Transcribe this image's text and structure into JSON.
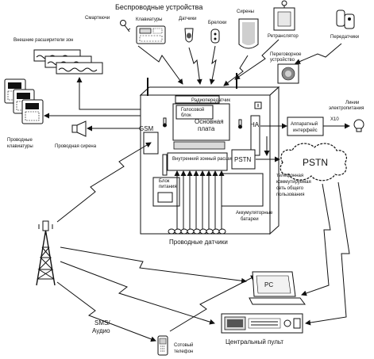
{
  "labels": {
    "wireless_devices": "Беспроводные устройства",
    "smart_keys": "Смарткючи",
    "keypads": "Клавиатуры",
    "sensors": "Датчики",
    "key_fobs": "Брелоки",
    "sirens": "Сирены",
    "repeater": "Ретранслятор",
    "transmitters": "Передатчики",
    "external_zone_expanders": "Внешние расширители зон",
    "intercom_device_line1": "Переговорное",
    "intercom_device_line2": "устройство",
    "radio_transmitter": "Радиопередатчик",
    "voice_block_line1": "Голосовой",
    "voice_block_line2": "блок",
    "main_board_line1": "Основная",
    "main_board_line2": "плата",
    "gsm": "GSM",
    "ha": "HA",
    "hardware_interface_line1": "Аппаратный",
    "hardware_interface_line2": "интерфейс",
    "x10": "X10",
    "power_lines_line1": "Линии",
    "power_lines_line2": "электропитания",
    "wired_keypads_line1": "Проводные",
    "wired_keypads_line2": "клавиатуры",
    "wired_siren": "Проводная сирена",
    "internal_zone_expander": "Внутренний зонный расширитель",
    "pstn_module": "PSTN",
    "pstn_cloud": "PSTN",
    "pstn_desc_line1": "телефонная",
    "pstn_desc_line2": "коммутируемая",
    "pstn_desc_line3": "сеть общего",
    "pstn_desc_line4": "пользования",
    "power_unit_line1": "Блок",
    "power_unit_line2": "питания",
    "batteries_line1": "Аккумуляторные",
    "batteries_line2": "батареи",
    "wired_sensors": "Проводные датчики",
    "pc": "PC",
    "sms_audio_line1": "SMS/",
    "sms_audio_line2": "Аудио",
    "cell_phone_line1": "Сотовый",
    "cell_phone_line2": "телефон",
    "central_station": "Центральный пульт"
  }
}
